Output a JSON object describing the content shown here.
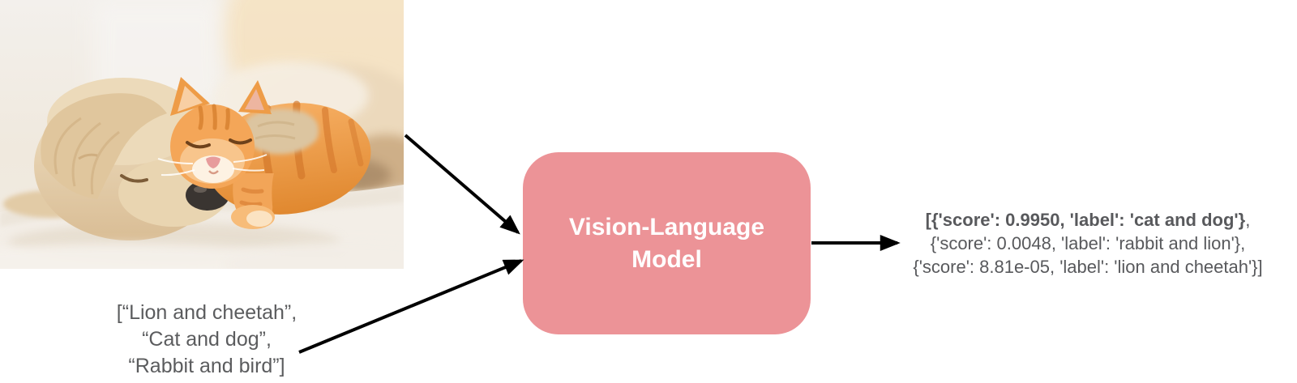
{
  "diagram": {
    "input_image": {
      "description": "Photo of a cream-colored puppy sleeping on a white rug with an orange tabby kitten sleeping on its head"
    },
    "candidate_labels": {
      "lines": [
        "[“Lion and cheetah”,",
        "“Cat and dog”,",
        "“Rabbit and bird”]"
      ]
    },
    "model_box": {
      "label_line1": "Vision-Language",
      "label_line2": "Model",
      "fill": "#ec9397",
      "text_color": "#ffffff"
    },
    "output": {
      "line1_bold": "[{'score': 0.9950, 'label': 'cat and dog'}",
      "line1_tail": ",",
      "line2": "{'score': 0.0048, 'label': 'rabbit and lion'},",
      "line3": "{'score': 8.81e-05, 'label': 'lion and cheetah'}]"
    },
    "colors": {
      "text_gray": "#58595c",
      "arrow": "#000000"
    }
  }
}
